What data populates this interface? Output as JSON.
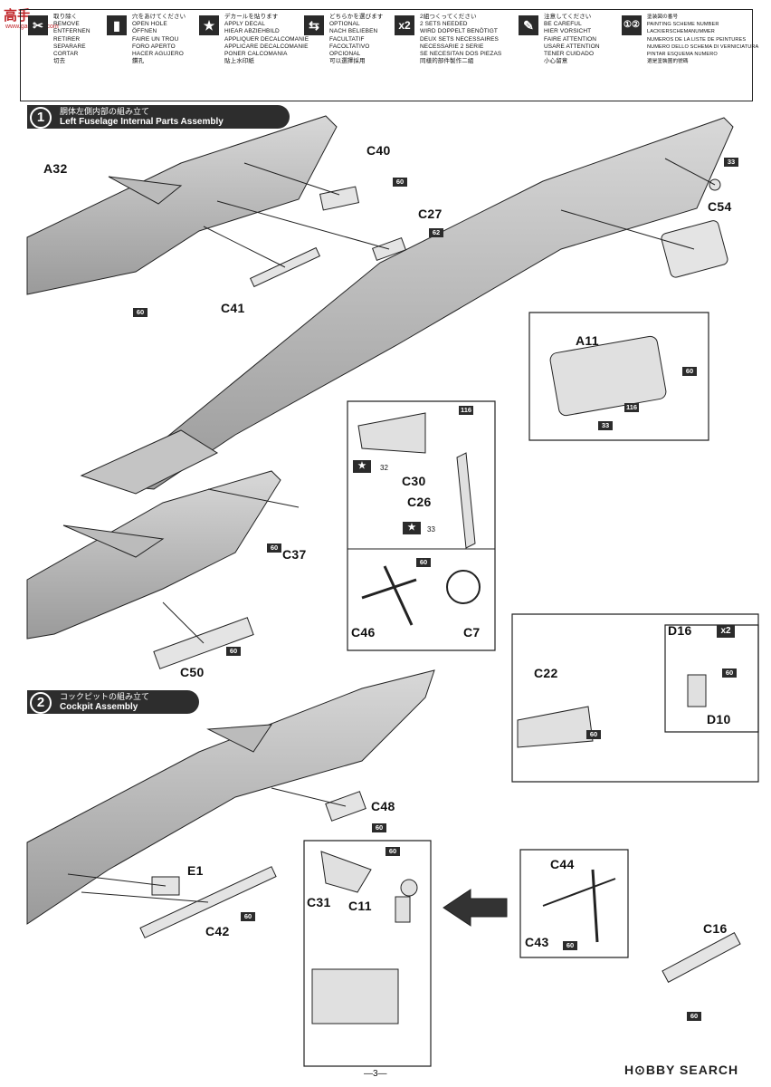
{
  "legend": [
    {
      "icon": "scissors-icon",
      "glyph": "✂",
      "lines": [
        "取り除く",
        "REMOVE",
        "ENTFERNEN",
        "RETIRER",
        "SEPARARE",
        "CORTAR",
        "切去"
      ]
    },
    {
      "icon": "hole-icon",
      "glyph": "▮",
      "lines": [
        "穴をあけてください",
        "OPEN HOLE",
        "ÖFFNEN",
        "FAIRE UN TROU",
        "FORO APERTO",
        "HACER AGUJERO",
        "鑽孔"
      ]
    },
    {
      "icon": "star-icon",
      "glyph": "★",
      "lines": [
        "デカールを貼ります",
        "APPLY DECAL",
        "HIEAR ABZIEHBILD",
        "APPLIQUER DECALCOMANIE",
        "APPLICARE DECALCOMANIE",
        "PONER CALCOMANIA",
        "貼上水印紙"
      ]
    },
    {
      "icon": "optional-icon",
      "glyph": "⇆",
      "lines": [
        "どちらかを選びます",
        "OPTIONAL",
        "NACH BELIEBEN",
        "FACULTATIF",
        "FACOLTATIVO",
        "OPCIONAL",
        "可以選擇採用"
      ]
    },
    {
      "icon": "x2-icon",
      "glyph": "x2",
      "lines": [
        "2組つくってください",
        "2 SETS NEEDED",
        "WIRD DOPPELT BENÖTIGT",
        "DEUX SETS NECESSAIRES",
        "NECESSARIE 2 SERIE",
        "SE NECESITAN DOS PIEZAS",
        "同樣的部件製作二組"
      ]
    },
    {
      "icon": "careful-icon",
      "glyph": "✎",
      "lines": [
        "注意してください",
        "BE CAREFUL",
        "HIER VORSICHT",
        "FAIRE ATTENTION",
        "USARE ATTENTION",
        "TENER CUIDADO",
        "小心留意"
      ]
    },
    {
      "icon": "painting-scheme-icon",
      "glyph": "①②",
      "lines": [
        "塗装図の番号",
        "PAINTING SCHEME NUMBER",
        "LACKIERSCHEMANUMMER",
        "NUMEROS DE LA LISTE DE PEINTURES",
        "NUMERO DELLO SCHEMA DI VERNICIATURA",
        "PINTAR ESQUEMA NUMERO",
        "選是塗裝圖的號碼"
      ]
    }
  ],
  "steps": [
    {
      "num": "1",
      "jp": "胴体左側内部の組み立て",
      "en": "Left Fuselage Internal Parts Assembly"
    },
    {
      "num": "2",
      "jp": "コックピットの組み立て",
      "en": "Cockpit Assembly"
    }
  ],
  "labels": {
    "A32": "A32",
    "C40": "C40",
    "C27": "C27",
    "C41": "C41",
    "C54": "C54",
    "A11": "A11",
    "C30": "C30",
    "C26": "C26",
    "C37": "C37",
    "C46": "C46",
    "C7": "C7",
    "C50": "C50",
    "D16": "D16",
    "D10": "D10",
    "C22": "C22",
    "C48": "C48",
    "E1": "E1",
    "C42": "C42",
    "C44": "C44",
    "C43": "C43",
    "C31": "C31",
    "C11": "C11",
    "C16": "C16"
  },
  "paint": {
    "p60": "60",
    "p62": "62",
    "p33": "33",
    "p116": "116",
    "d32": "32",
    "d33": "33"
  },
  "x2badge": "x2",
  "page_number": "—3—",
  "watermark": "H⊙BBY SEARCH",
  "watermark_cn": "高手",
  "watermark_url": "www.gaoshou.com"
}
